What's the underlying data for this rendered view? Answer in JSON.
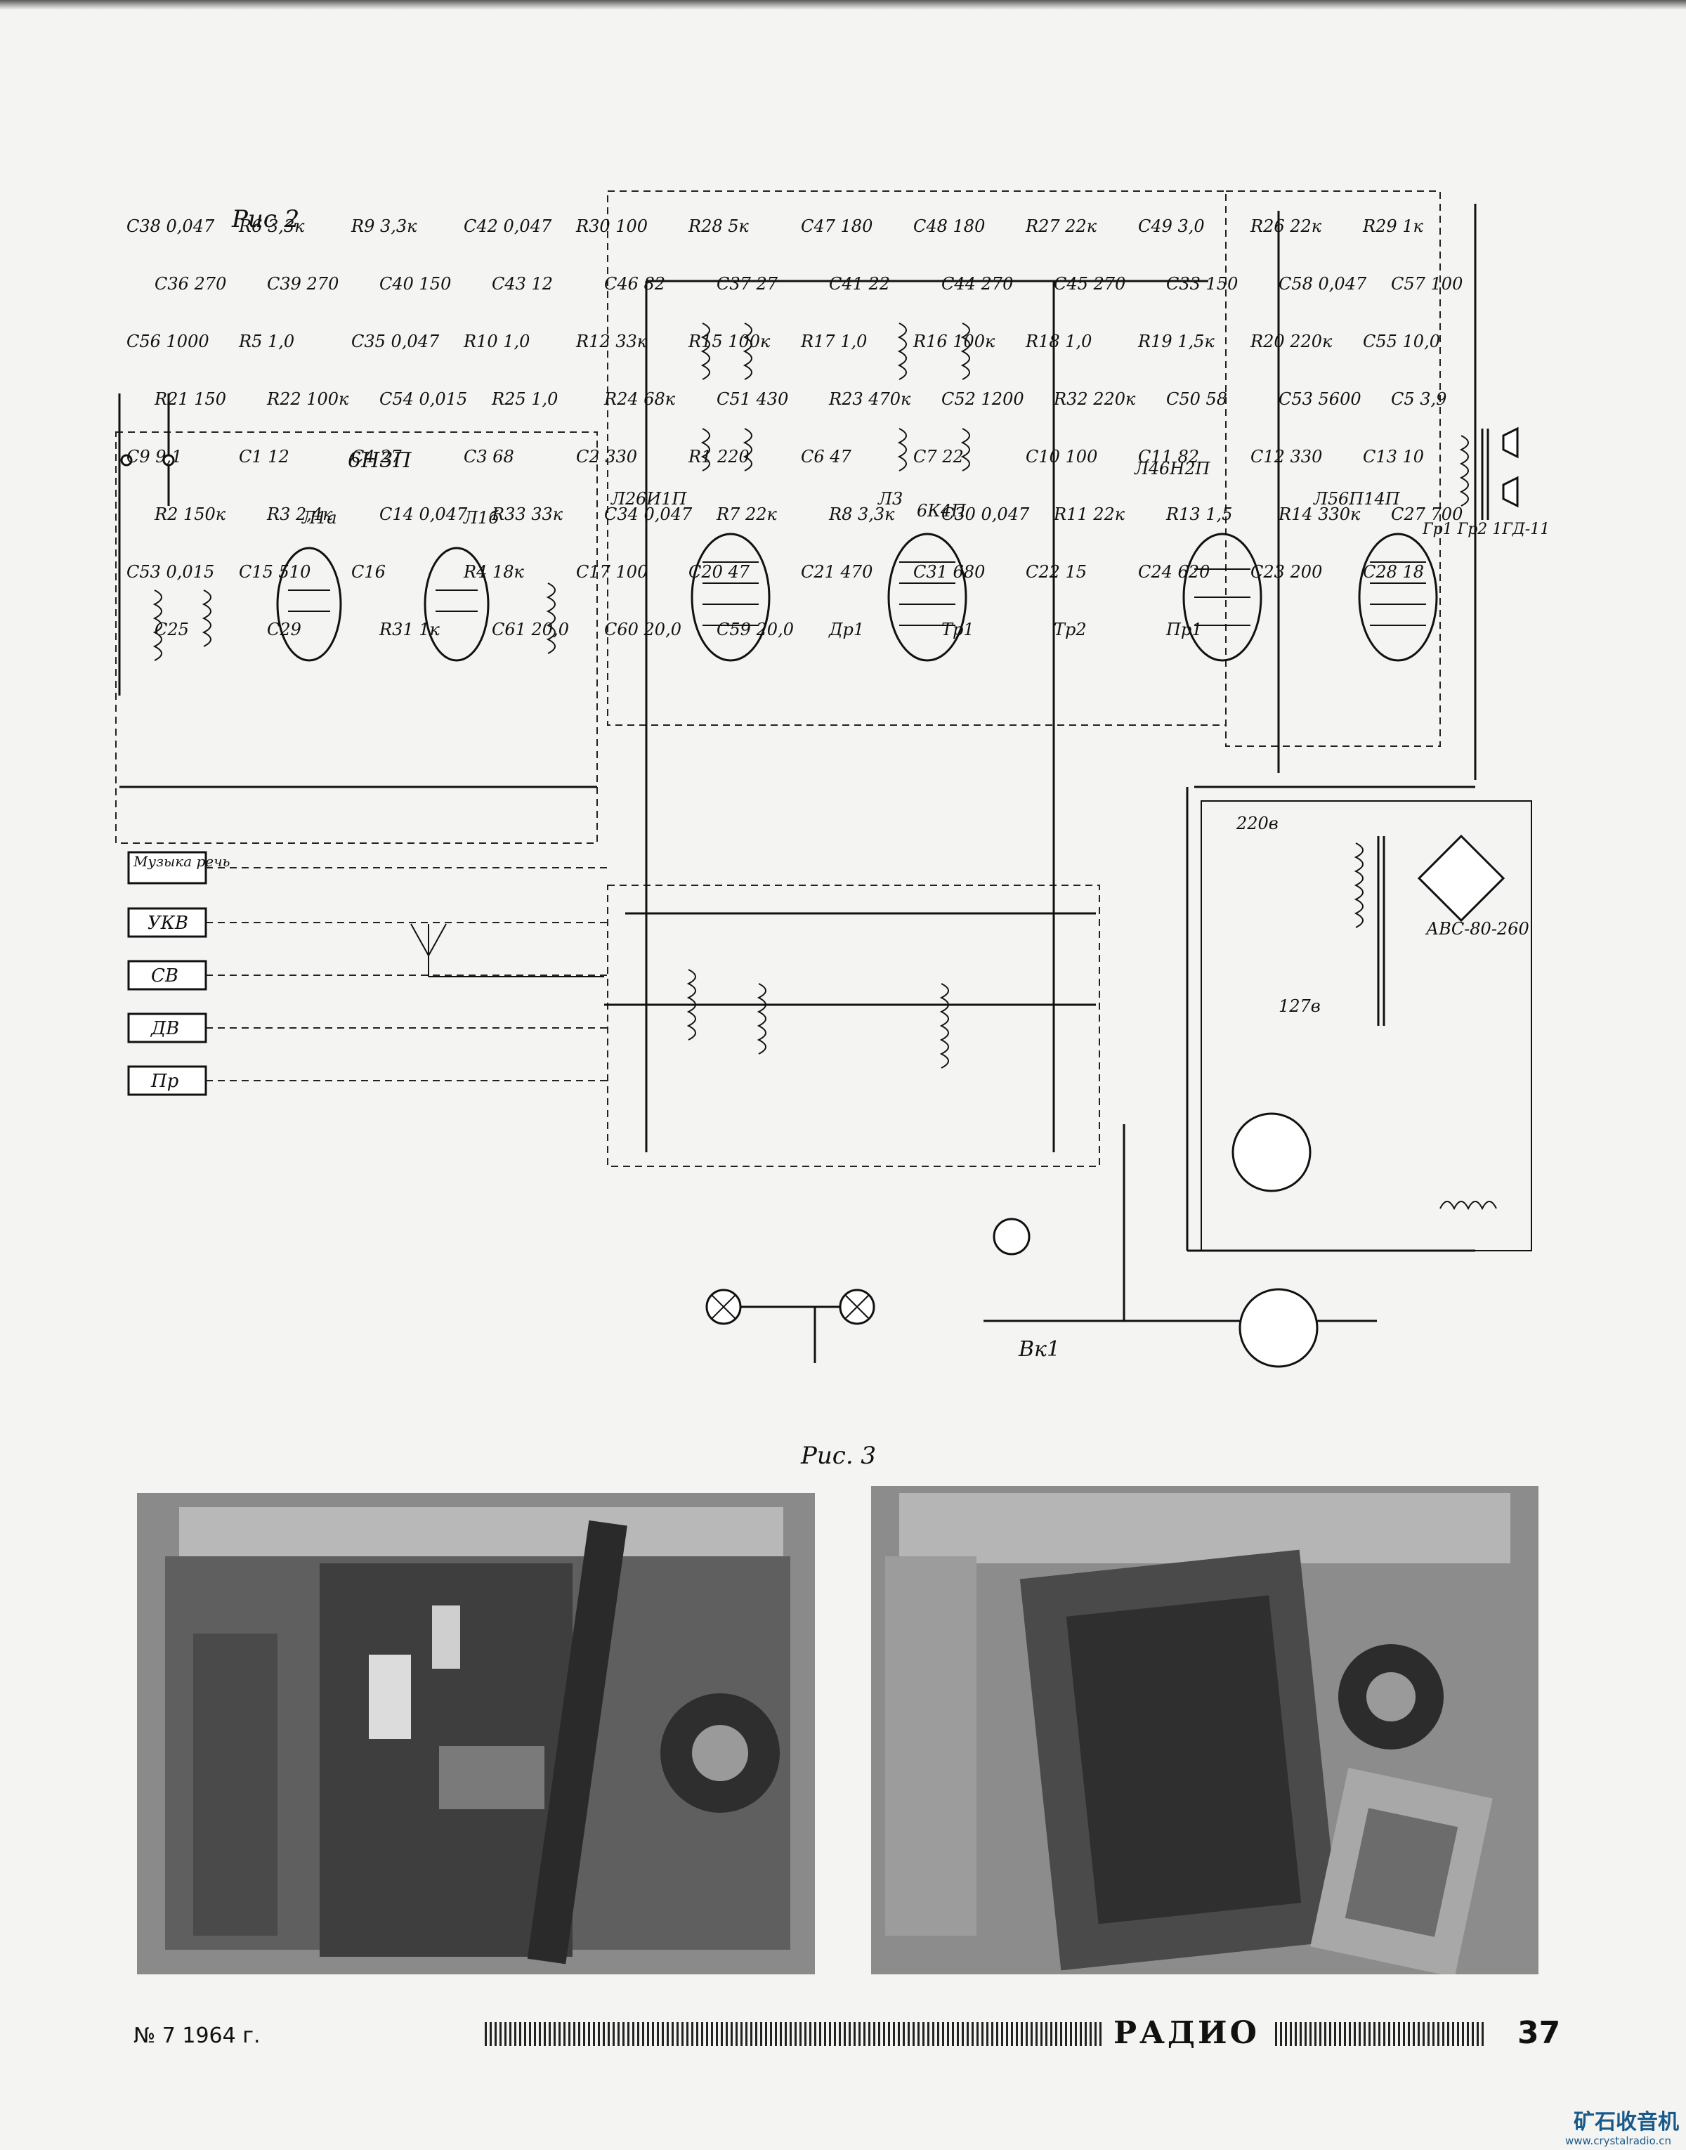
{
  "figures": {
    "fig2_caption": "Рис 2",
    "fig3_caption": "Рис. 3"
  },
  "schematic": {
    "tubes": [
      {
        "ref": "Л1а",
        "type": "6Н3П"
      },
      {
        "ref": "Л1б",
        "type": ""
      },
      {
        "ref": "Л2",
        "type": "6И1П"
      },
      {
        "ref": "Л3",
        "type": "6К4П"
      },
      {
        "ref": "Л4",
        "type": "6Н2П"
      },
      {
        "ref": "Л5",
        "type": "6П14П"
      }
    ],
    "switch_buttons": [
      "Музыка речь",
      "УКВ",
      "СВ",
      "ДВ",
      "Пр"
    ],
    "rectifier": "АВС-80-260",
    "speakers": "Гр1 Гр2 1ГД-11",
    "mains_voltages": [
      "220в",
      "127в"
    ],
    "power_switch": "Вк1",
    "component_labels": [
      "C38 0,047",
      "R6 3,3к",
      "R9 3,3к",
      "C42 0,047",
      "R30 100",
      "R28 5к",
      "C47 180",
      "C48 180",
      "R27 22к",
      "C49 3,0",
      "R26 22к",
      "R29 1к",
      "C36 270",
      "C39 270",
      "C40 150",
      "C43 12",
      "C46 82",
      "C37 27",
      "C41 22",
      "C44 270",
      "C45 270",
      "C33 150",
      "C58 0,047",
      "C57 100",
      "C56 1000",
      "R5 1,0",
      "C35 0,047",
      "R10 1,0",
      "R12 33к",
      "R15 100к",
      "R17 1,0",
      "R16 100к",
      "R18 1,0",
      "R19 1,5к",
      "R20 220к",
      "C55 10,0",
      "R21 150",
      "R22 100к",
      "C54 0,015",
      "R25 1,0",
      "R24 68к",
      "C51 430",
      "R23 470к",
      "C52 1200",
      "R32 220к",
      "C50 58",
      "C53 5600",
      "C5 3,9",
      "C9 9,1",
      "C1 12",
      "C4 27",
      "C3 68",
      "C2 330",
      "R1 220",
      "C6 47",
      "C7 22",
      "C10 100",
      "C11 82",
      "C12 330",
      "C13 10",
      "R2 150к",
      "R3 2,4к",
      "C14 0,047",
      "R33 33к",
      "C34 0,047",
      "R7 22к",
      "R8 3,3к",
      "C30 0,047",
      "R11 22к",
      "R13 1,5",
      "R14 330к",
      "C27 700",
      "C53 0,015",
      "C15 510",
      "C16",
      "R4 18к",
      "C17 100",
      "C20 47",
      "C21 470",
      "C31 680",
      "C22 15",
      "C24 620",
      "C23 200",
      "C28 18",
      "C25",
      "C29",
      "R31 1к",
      "C61 20,0",
      "C60 20,0",
      "C59 20,0",
      "Др1",
      "Тр1",
      "Тр2",
      "Пр1"
    ]
  },
  "photos": [
    {
      "alt": "photo-left"
    },
    {
      "alt": "photo-right"
    }
  ],
  "footer": {
    "issue": "№ 7 1964 г.",
    "magazine": "РАДИО",
    "page": "37"
  },
  "watermark": {
    "text": "矿石收音机",
    "url": "www.crystalradio.cn"
  }
}
